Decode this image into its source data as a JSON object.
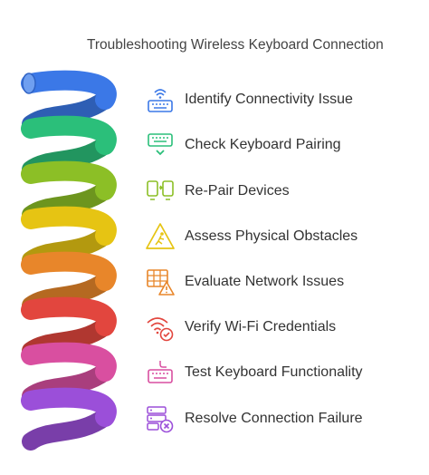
{
  "title": "Troubleshooting Wireless Keyboard Connection",
  "steps": [
    {
      "label": "Identify Connectivity Issue",
      "icon": "wireless-keyboard-icon",
      "color": "#3b78e7"
    },
    {
      "label": "Check Keyboard Pairing",
      "icon": "keyboard-check-icon",
      "color": "#2bbf7a"
    },
    {
      "label": "Re-Pair Devices",
      "icon": "device-pair-icon",
      "color": "#8cbf26"
    },
    {
      "label": "Assess Physical Obstacles",
      "icon": "obstacle-warning-icon",
      "color": "#e6c413"
    },
    {
      "label": "Evaluate Network Issues",
      "icon": "network-alert-icon",
      "color": "#e8862a"
    },
    {
      "label": "Verify Wi-Fi Credentials",
      "icon": "wifi-check-icon",
      "color": "#e2463e"
    },
    {
      "label": "Test Keyboard Functionality",
      "icon": "keyboard-test-icon",
      "color": "#d94fa0"
    },
    {
      "label": "Resolve Connection Failure",
      "icon": "server-error-icon",
      "color": "#9b4fd9"
    }
  ]
}
